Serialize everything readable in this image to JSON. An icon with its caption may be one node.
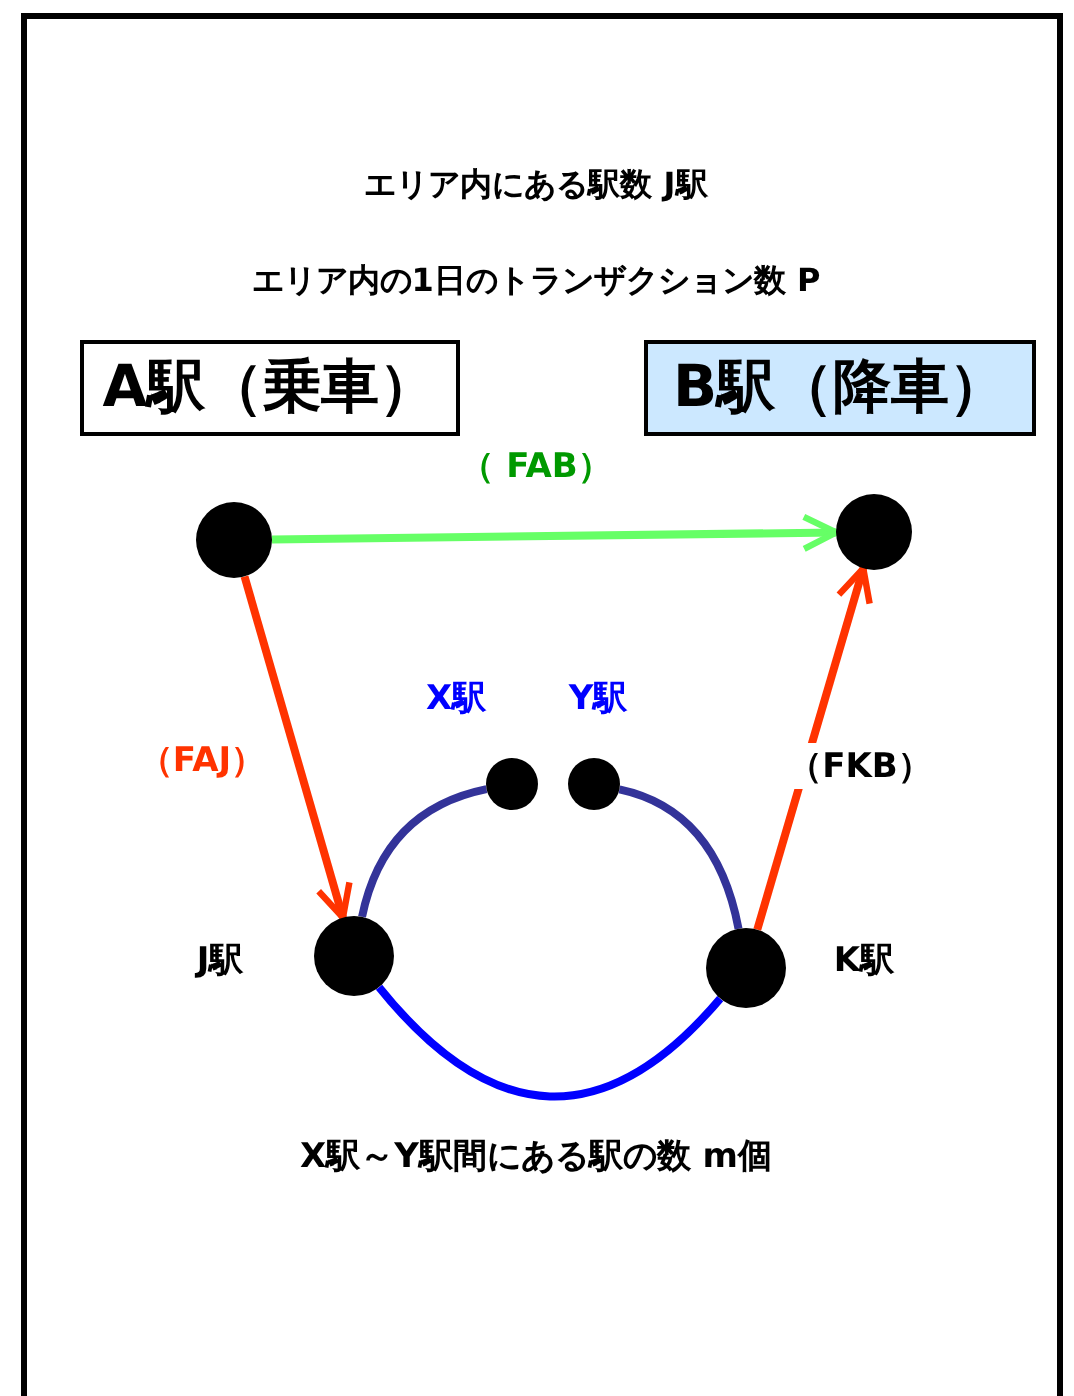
{
  "diagram": {
    "nodes": [
      {
        "text": [
          "A駅（乗車）"
        ]
      },
      {
        "text": [
          "B駅（降車）"
        ]
      },
      {
        "text": [],
        "shape": "circle"
      },
      {
        "text": [],
        "shape": "circle"
      },
      {
        "text": [],
        "shape": "circle",
        "beside": [
          "X駅"
        ]
      },
      {
        "text": [],
        "shape": "circle",
        "beside": [
          "Y駅"
        ]
      },
      {
        "text": [],
        "shape": "circle",
        "beside": [
          "J駅"
        ]
      },
      {
        "text": [],
        "shape": "circle",
        "beside": [
          "K駅"
        ]
      }
    ],
    "edges": [
      {
        "from": 2,
        "to": 3,
        "arrow": "to",
        "label": "（ FAB）",
        "color": "#66ff66"
      },
      {
        "from": 2,
        "to": 6,
        "arrow": "to",
        "label": "（FAJ）",
        "color": "#ff3300"
      },
      {
        "from": 7,
        "to": 3,
        "arrow": "to",
        "label": "（FKB）",
        "color": "#ff3300"
      },
      {
        "from": 6,
        "to": 4,
        "arrow": "none",
        "color": "#333399"
      },
      {
        "from": 5,
        "to": 7,
        "arrow": "none",
        "color": "#333399"
      },
      {
        "from": 6,
        "to": 7,
        "arrow": "none",
        "color": "#0000ff"
      }
    ],
    "labels": [
      "エリア内にある駅数 J駅",
      "エリア内の1日のトランザクション数 P",
      "X駅～Y駅間にある駅の数 m個"
    ]
  }
}
